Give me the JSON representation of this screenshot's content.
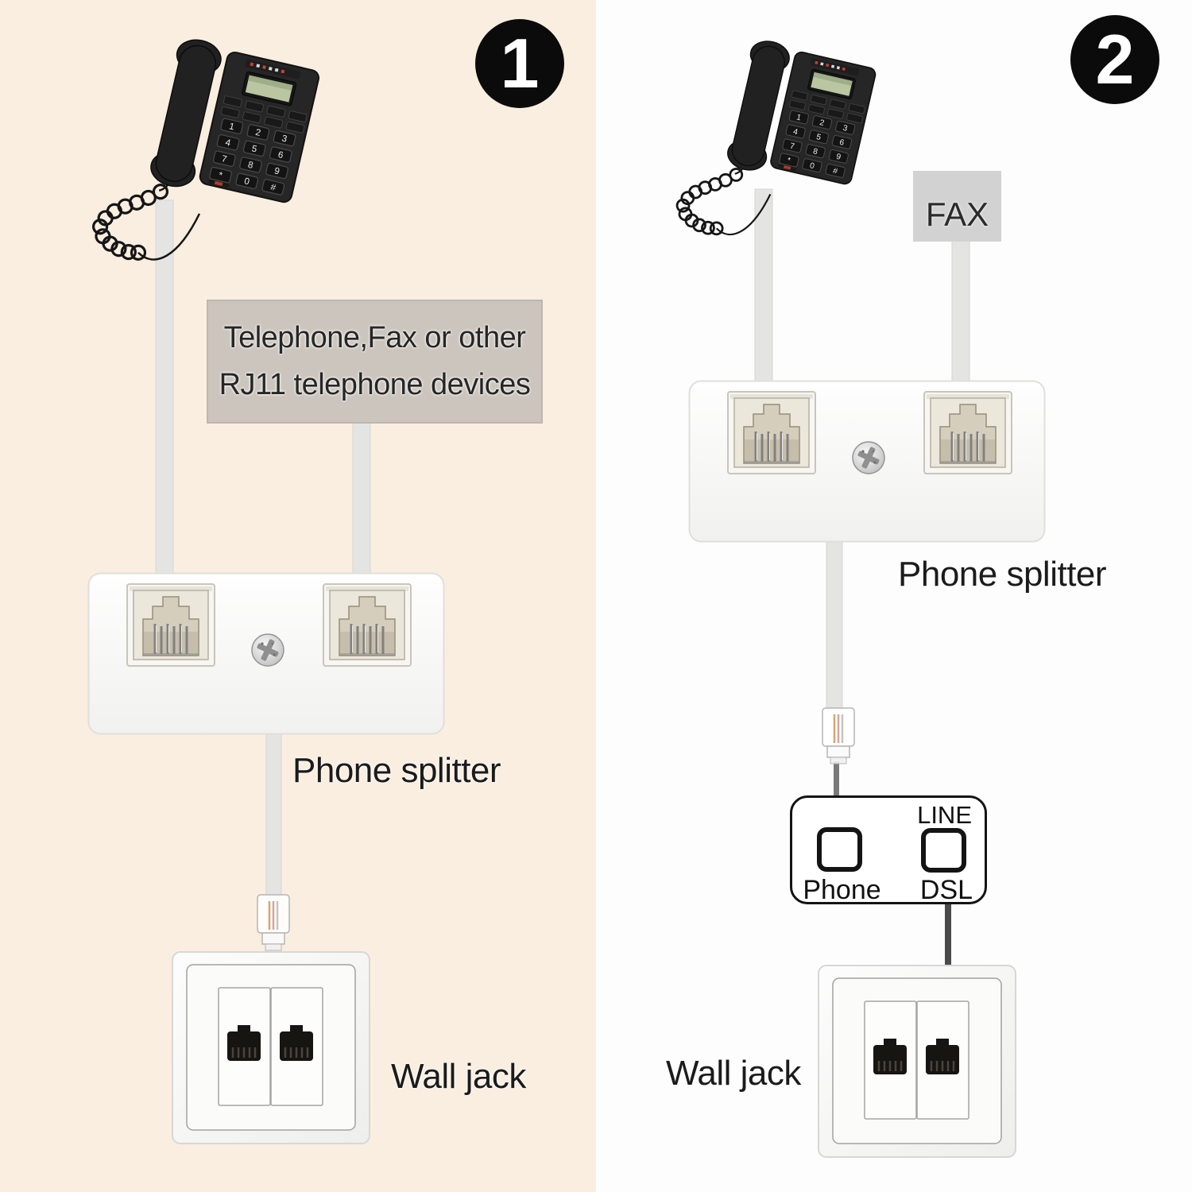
{
  "steps": [
    {
      "number": "1"
    },
    {
      "number": "2"
    }
  ],
  "panel1": {
    "device_box_line1": "Telephone,Fax or other",
    "device_box_line2": "RJ11 telephone devices",
    "splitter_label": "Phone splitter",
    "wall_jack_label": "Wall jack"
  },
  "panel2": {
    "fax_label": "FAX",
    "splitter_label": "Phone splitter",
    "filter_line_label": "LINE",
    "filter_phone_label": "Phone",
    "filter_dsl_label": "DSL",
    "wall_jack_label": "Wall jack"
  },
  "phone_keypad": [
    "1",
    "2",
    "3",
    "4",
    "5",
    "6",
    "7",
    "8",
    "9",
    "*",
    "0",
    "#"
  ],
  "icons": {
    "screw": "phillips-screw-icon",
    "rj11_jack": "rj11-port-icon",
    "rj11_plug": "rj11-plug-icon"
  },
  "colors": {
    "panel1_bg": "#faeee0",
    "panel2_bg": "#fdfdfd",
    "device_box_bg": "#cbc5bd",
    "fax_box_bg": "#d2d2d2",
    "badge_bg": "#0b0b0b",
    "badge_text": "#ffffff",
    "cable_light": "#e4e5e3",
    "cable_mid": "#7a7a7a",
    "cable_dark": "#4a4a4a",
    "label_text": "#1b1b1b"
  }
}
